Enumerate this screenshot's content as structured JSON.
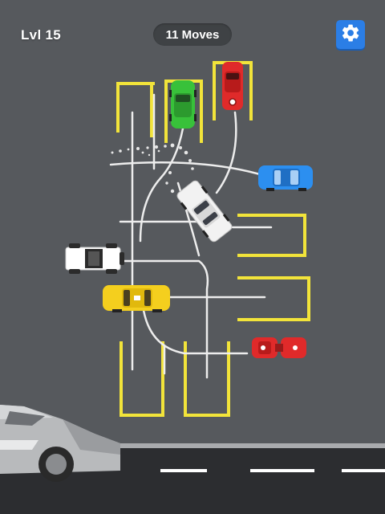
{
  "hud": {
    "level_label": "Lvl 15",
    "moves_label": "11 Moves",
    "settings_icon": "gear-icon"
  },
  "colors": {
    "ground": "#56595d",
    "parking_lines": "#f2e43a",
    "path_lines": "#ededed",
    "road": "#2c2d30",
    "road_edge": "#a9abae",
    "settings_button": "#2b7ee6"
  },
  "cars": [
    {
      "id": "green-car",
      "color": "#38c13a",
      "state": "parked"
    },
    {
      "id": "red-car-top",
      "color": "#e02a2a",
      "state": "parked"
    },
    {
      "id": "blue-car",
      "color": "#2c8ff0",
      "state": "parked"
    },
    {
      "id": "white-car",
      "color": "#f2f2f2",
      "state": "driving"
    },
    {
      "id": "jeep",
      "color": "#ffffff",
      "state": "parked"
    },
    {
      "id": "yellow-taxi",
      "color": "#f4cf1e",
      "state": "parked"
    },
    {
      "id": "red-buggy",
      "color": "#e02a2a",
      "state": "parked"
    },
    {
      "id": "silver-truck",
      "color": "#b8babc",
      "state": "passing-traffic"
    }
  ]
}
